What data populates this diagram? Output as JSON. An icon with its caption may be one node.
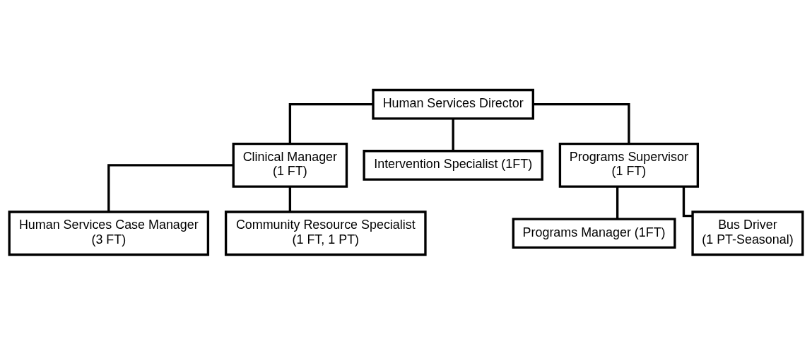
{
  "diagram": {
    "nodes": [
      {
        "text": [
          "Human Services Director"
        ]
      },
      {
        "text": [
          "Clinical Manager",
          "(1 FT)"
        ]
      },
      {
        "text": [
          "Intervention Specialist (1FT)"
        ]
      },
      {
        "text": [
          "Programs Supervisor",
          "(1 FT)"
        ]
      },
      {
        "text": [
          "Human Services Case Manager",
          "(3 FT)"
        ]
      },
      {
        "text": [
          "Community Resource Specialist",
          "(1 FT, 1 PT)"
        ]
      },
      {
        "text": [
          "Programs Manager (1FT)"
        ]
      },
      {
        "text": [
          "Bus Driver",
          "(1 PT-Seasonal)"
        ]
      }
    ],
    "edges": [
      {
        "from": 0,
        "to": 1,
        "arrow": "none"
      },
      {
        "from": 0,
        "to": 2,
        "arrow": "none"
      },
      {
        "from": 0,
        "to": 3,
        "arrow": "none"
      },
      {
        "from": 1,
        "to": 4,
        "arrow": "none"
      },
      {
        "from": 1,
        "to": 5,
        "arrow": "none"
      },
      {
        "from": 3,
        "to": 6,
        "arrow": "none"
      },
      {
        "from": 3,
        "to": 7,
        "arrow": "none"
      }
    ]
  }
}
